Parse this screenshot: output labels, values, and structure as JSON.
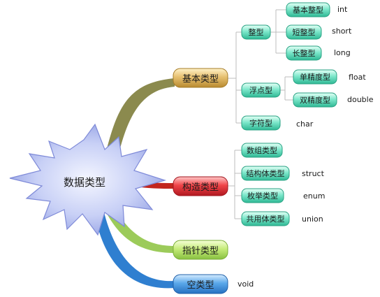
{
  "root": {
    "label": "数据类型"
  },
  "categories": {
    "basic": {
      "label": "基本类型",
      "integer": {
        "label": "整型",
        "items": [
          {
            "label": "基本整型",
            "keyword": "int"
          },
          {
            "label": "短整型",
            "keyword": "short"
          },
          {
            "label": "长整型",
            "keyword": "long"
          }
        ]
      },
      "float": {
        "label": "浮点型",
        "items": [
          {
            "label": "单精度型",
            "keyword": "float"
          },
          {
            "label": "双精度型",
            "keyword": "double"
          }
        ]
      },
      "char": {
        "label": "字符型",
        "keyword": "char"
      }
    },
    "constructed": {
      "label": "构造类型",
      "items": [
        {
          "label": "数组类型",
          "keyword": ""
        },
        {
          "label": "结构体类型",
          "keyword": "struct"
        },
        {
          "label": "枚举类型",
          "keyword": "enum"
        },
        {
          "label": "共用体类型",
          "keyword": "union"
        }
      ]
    },
    "pointer": {
      "label": "指针类型"
    },
    "void": {
      "label": "空类型",
      "keyword": "void"
    }
  },
  "colors": {
    "basic": "#d8b25c",
    "constructed": "#e0303a",
    "pointer": "#b7e36a",
    "void": "#3f95dc",
    "leaf": "#5ce0c0",
    "burst": "#9aa7ea",
    "branch_basic": "#8b8a4e",
    "branch_constructed": "#c2261e",
    "branch_pointer": "#9ccb5a",
    "branch_void": "#2f7fd0"
  }
}
